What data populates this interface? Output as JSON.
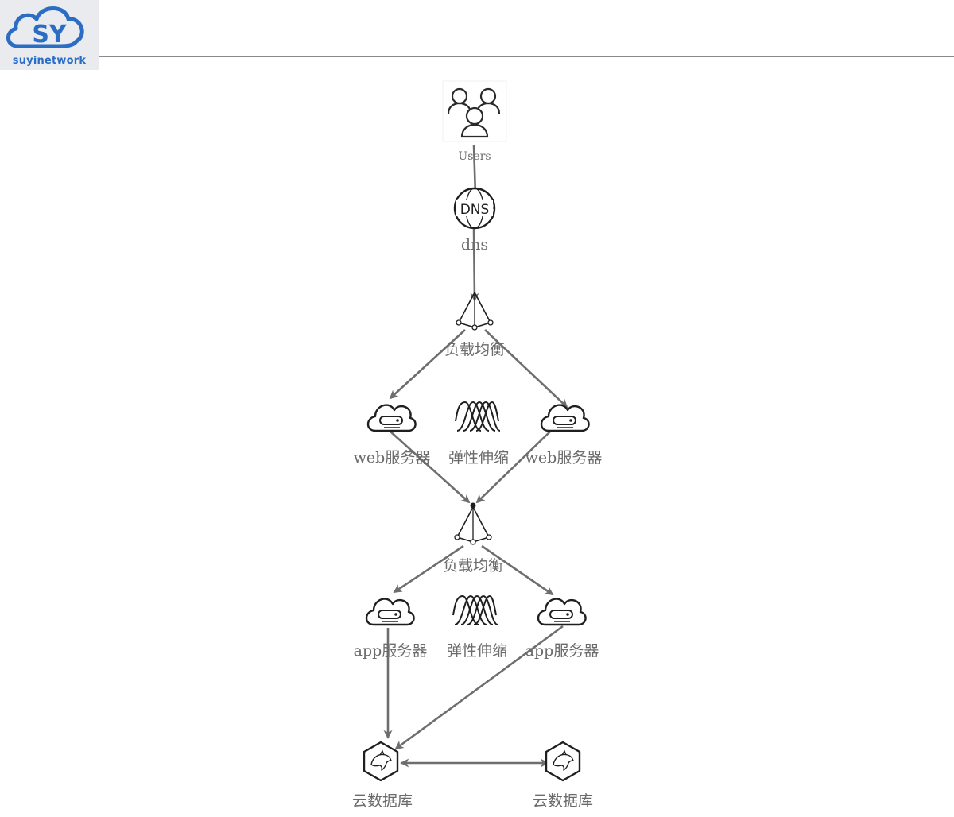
{
  "header": {
    "logo_mark": "SY",
    "logo_text": "suyinetwork"
  },
  "nodes": {
    "users": "Users",
    "dns": "dns",
    "dns_icon_text": "DNS",
    "lb1": "负载均衡",
    "web_left": "web服务器",
    "scaling1": "弹性伸缩",
    "web_right": "web服务器",
    "lb2": "负载均衡",
    "app_left": "app服务器",
    "scaling2": "弹性伸缩",
    "app_right": "app服务器",
    "db_left": "云数据库",
    "db_right": "云数据库"
  },
  "colors": {
    "arrow": "#6e6e6e",
    "label": "#6b6b6b",
    "icon": "#1f1f1f",
    "logo_blue": "#2b6cc4",
    "logo_bg": "#e9ebee"
  }
}
